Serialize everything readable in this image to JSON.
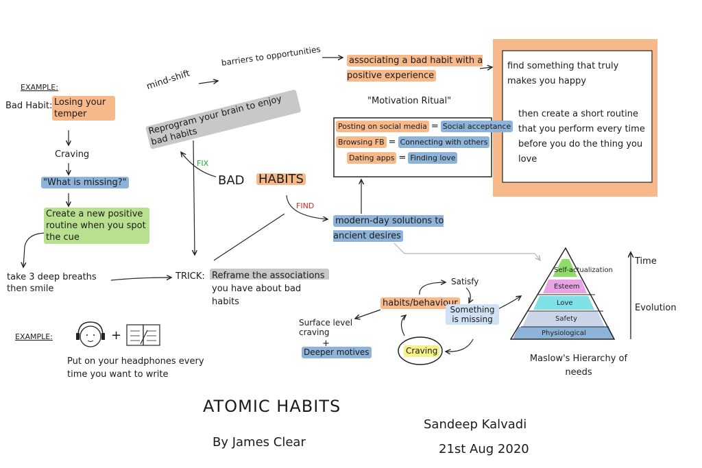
{
  "left": {
    "example_label": "EXAMPLE:",
    "bad_habit_label": "Bad Habit:",
    "bad_habit_value": "Losing your temper",
    "craving": "Craving",
    "what_is_missing": "\"What is missing?\"",
    "create_routine": "Create a new positive routine when you spot the cue",
    "take_breaths": "take 3 deep breaths then smile",
    "example2_label": "EXAMPLE:",
    "plus": "+",
    "headphones_caption": "Put on your headphones every time you want to write"
  },
  "center": {
    "mind_shift": "mind-shift",
    "barriers": "barriers to opportunities",
    "reprogram": "Reprogram your brain to enjoy bad habits",
    "fix": "FIX",
    "bad": "BAD",
    "habits": "HABITS",
    "find": "FIND",
    "trick": "TRICK:",
    "reframe": "Reframe the associations you have about bad habits"
  },
  "top": {
    "associating": "associating a bad habit with a positive experience",
    "motivation_ritual": "\"Motivation Ritual\""
  },
  "examples_box": {
    "rows": [
      {
        "left": "Posting on social media",
        "eq": "=",
        "right": "Social acceptance"
      },
      {
        "left": "Browsing FB",
        "eq": "=",
        "right": "Connecting with others"
      },
      {
        "left": "Dating apps",
        "eq": "=",
        "right": "Finding love"
      }
    ]
  },
  "modern": "modern-day solutions to ancient desires",
  "orange_box": {
    "line1": "find something that truly makes you happy",
    "line2": "then create a short routine that you perform every time before you do the thing you love"
  },
  "cycle": {
    "satisfy": "Satisfy",
    "habits_behaviour": "habits/behaviour",
    "something_missing": "Something is missing",
    "craving": "Craving",
    "surface": "Surface level craving",
    "plus": "+",
    "deeper": "Deeper motives"
  },
  "pyramid": {
    "levels": [
      {
        "label": "Self-actualization",
        "color": "#8fdc6a"
      },
      {
        "label": "Esteem",
        "color": "#e7a3e3"
      },
      {
        "label": "Love",
        "color": "#7fe0e6"
      },
      {
        "label": "Safety",
        "color": "#c9d6ea"
      },
      {
        "label": "Physiological",
        "color": "#8db4d8"
      }
    ],
    "caption": "Maslow's Hierarchy of needs",
    "time": "Time",
    "evolution": "Evolution"
  },
  "footer": {
    "title": "ATOMIC HABITS",
    "author": "By James Clear",
    "signer": "Sandeep Kalvadi",
    "date": "21st Aug 2020"
  }
}
